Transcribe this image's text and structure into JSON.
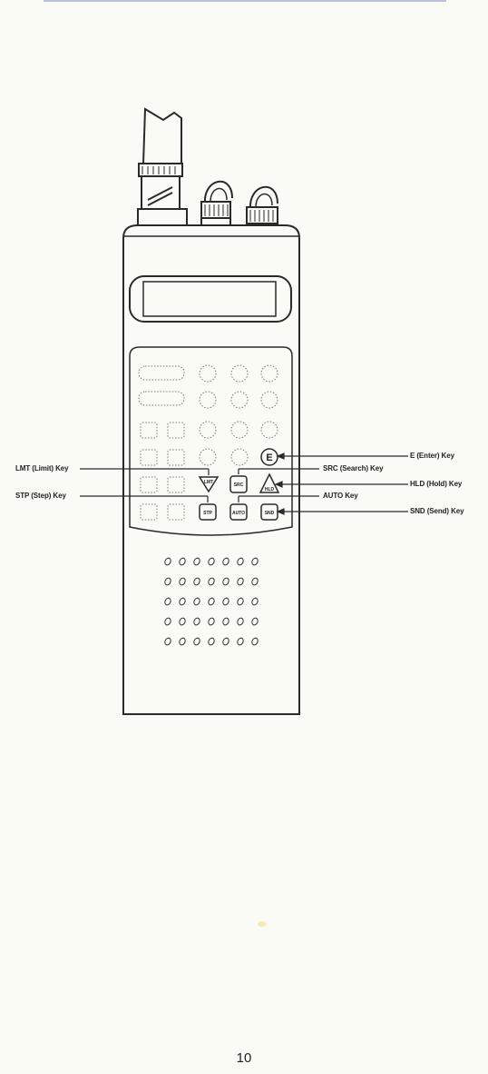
{
  "callouts": {
    "enter_key": "E (Enter) Key",
    "search_key": "SRC (Search) Key",
    "limit_key": "LMT (Limit) Key",
    "hold_key": "HLD (Hold) Key",
    "step_key": "STP (Step) Key",
    "auto_key": "AUTO Key",
    "send_key": "SND (Send) Key"
  },
  "keys": {
    "enter": "E",
    "limit": "LMT",
    "search": "SRC",
    "hold": "HLD",
    "step": "STP",
    "auto": "AUTO",
    "send": "SND"
  },
  "page_number": "10"
}
